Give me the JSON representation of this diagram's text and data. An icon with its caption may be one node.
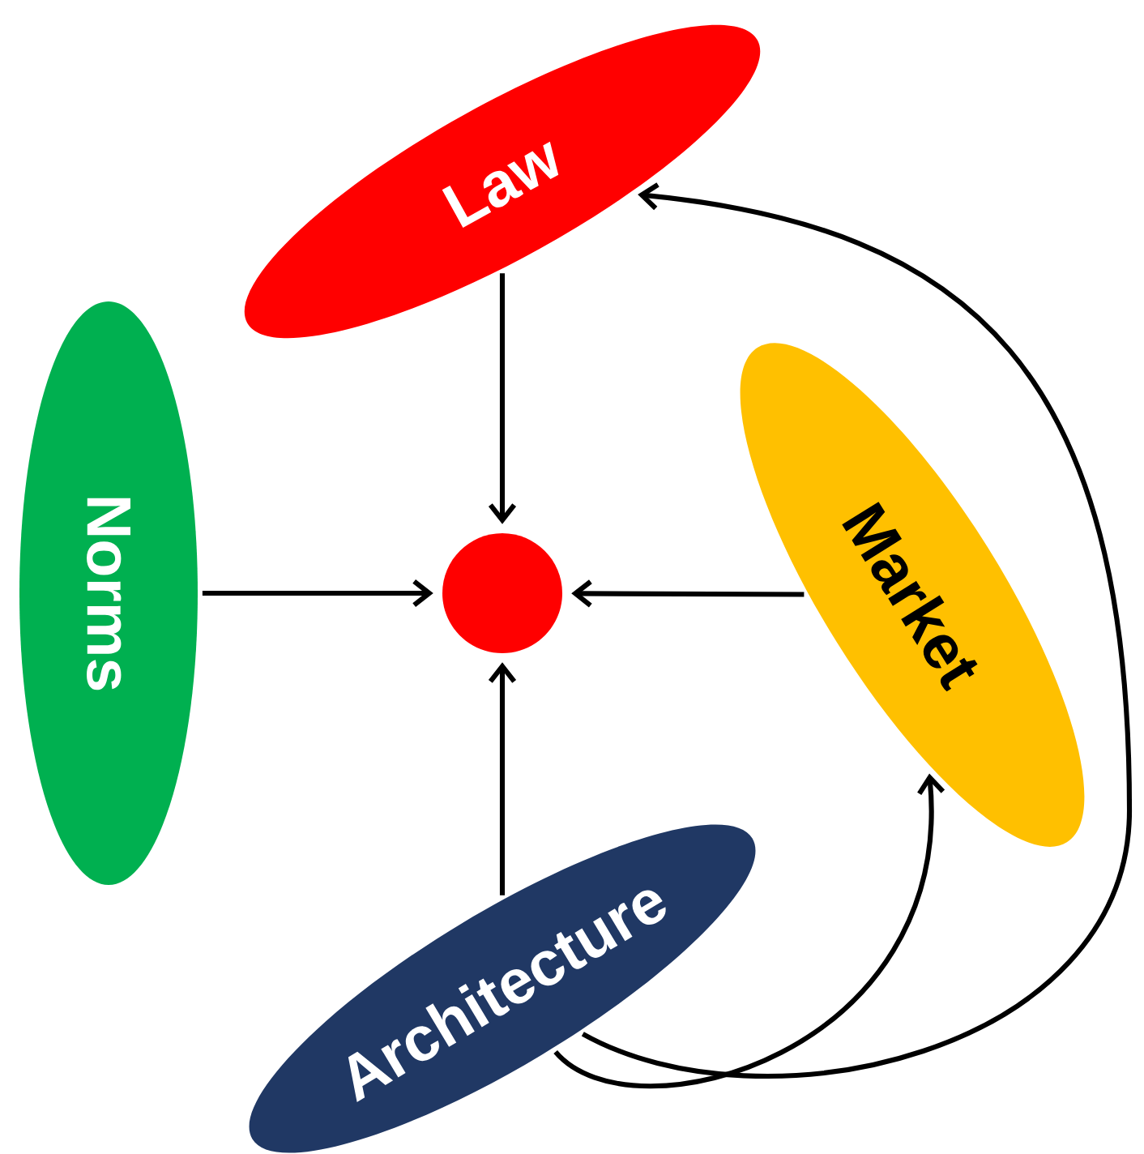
{
  "diagram": {
    "nodes": [
      {
        "text": [
          "Law"
        ]
      },
      {
        "text": [
          "Norms"
        ]
      },
      {
        "text": [
          "Market"
        ]
      },
      {
        "text": [
          "Architecture"
        ]
      },
      {
        "text": [],
        "shape": "circle"
      }
    ],
    "edges": [
      {
        "from": 0,
        "to": 4,
        "arrow": "to"
      },
      {
        "from": 1,
        "to": 4,
        "arrow": "to"
      },
      {
        "from": 2,
        "to": 4,
        "arrow": "to"
      },
      {
        "from": 3,
        "to": 4,
        "arrow": "to"
      },
      {
        "from": 3,
        "to": 2,
        "arrow": "to"
      },
      {
        "from": 3,
        "to": 0,
        "arrow": "to"
      }
    ]
  }
}
